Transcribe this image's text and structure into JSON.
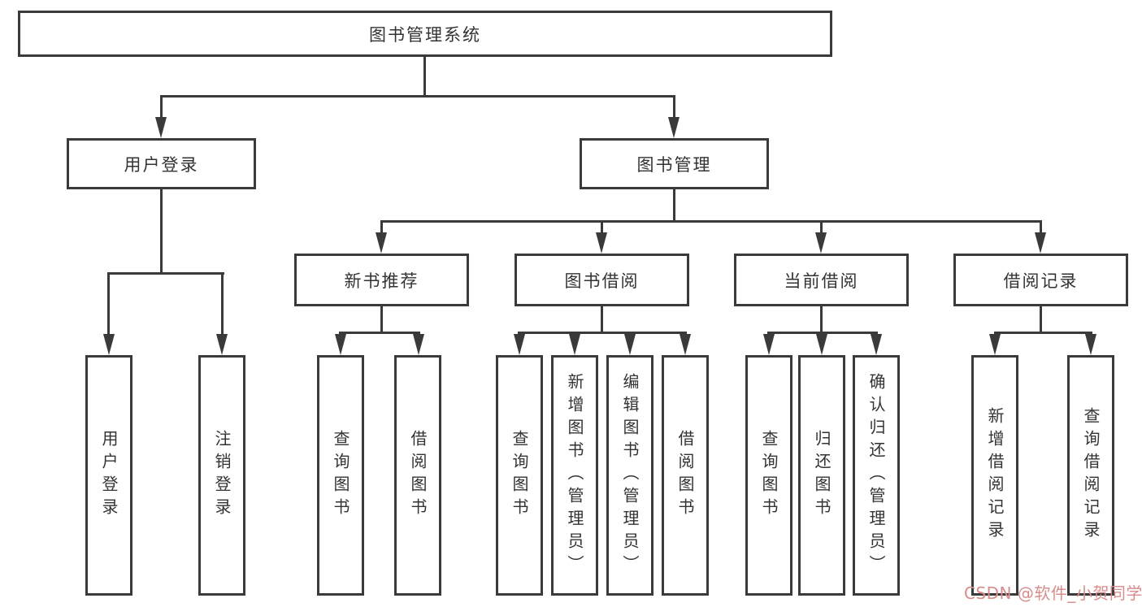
{
  "tree": {
    "root": "图书管理系统",
    "level2": [
      "用户登录",
      "图书管理"
    ],
    "level3": [
      "新书推荐",
      "图书借阅",
      "当前借阅",
      "借阅记录"
    ],
    "leaves": {
      "user_login": [
        "用户登录",
        "注销登录"
      ],
      "new_book": [
        "查询图书",
        "借阅图书"
      ],
      "borrow": [
        "查询图书",
        "新增图书（管理员）",
        "编辑图书（管理员）",
        "借阅图书"
      ],
      "current": [
        "查询图书",
        "归还图书",
        "确认归还（管理员）"
      ],
      "records": [
        "新增借阅记录",
        "查询借阅记录"
      ]
    }
  },
  "watermark": {
    "text": "CSDN @软件_小贺同学",
    "color": "#d98c8c"
  },
  "colors": {
    "line": "#3a3a3a",
    "text": "#333333",
    "background": "#ffffff"
  }
}
